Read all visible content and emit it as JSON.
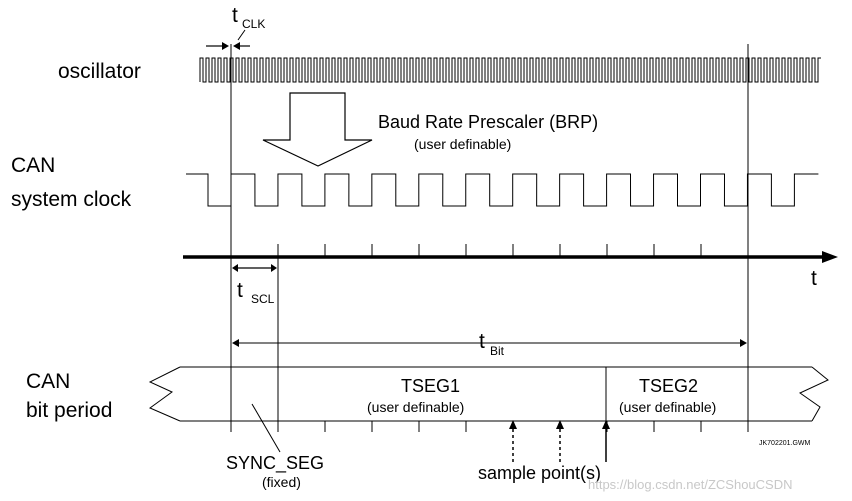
{
  "labels": {
    "t_clk_main": "t",
    "t_clk_sub": "CLK",
    "oscillator": "oscillator",
    "brp_title": "Baud Rate Prescaler (BRP)",
    "brp_note": "(user definable)",
    "can_system_line1": "CAN",
    "can_system_line2": "system clock",
    "time_axis": "t",
    "t_scl_main": "t",
    "t_scl_sub": "SCL",
    "t_bit_main": "t",
    "t_bit_sub": "Bit",
    "can_bit_line1": "CAN",
    "can_bit_line2": "bit period",
    "tseg1": "TSEG1",
    "tseg1_note": "(user definable)",
    "tseg2": "TSEG2",
    "tseg2_note": "(user definable)",
    "sync_seg": "SYNC_SEG",
    "sync_note": "(fixed)",
    "sample_points": "sample point(s)",
    "figure_code": "JK702201.GWM",
    "watermark": "https://blog.csdn.net/ZCShouCSDN"
  }
}
